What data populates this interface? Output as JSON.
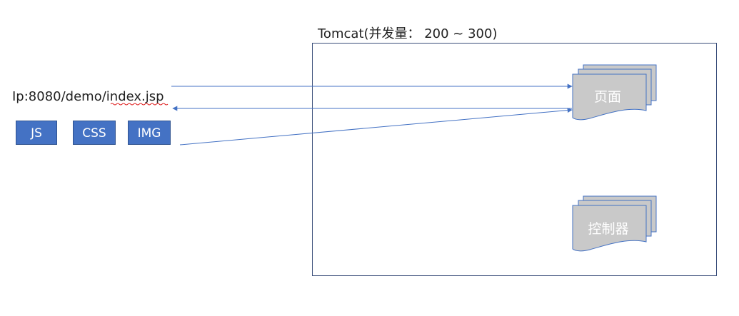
{
  "diagram": {
    "container_title": "Tomcat(并发量： 200 ~ 300)",
    "request_url": "Ip:8080/demo/index.jsp",
    "resources": {
      "js": "JS",
      "css": "CSS",
      "img": "IMG"
    },
    "documents": {
      "page": "页面",
      "controller": "控制器"
    }
  },
  "colors": {
    "container_border": "#3a4e7a",
    "arrow": "#4472c4",
    "resource_fill": "#4472c4",
    "resource_border": "#2f528f",
    "resource_text": "#ffffff",
    "document_fill": "#c9c9c9",
    "document_border": "#4472c4",
    "document_text": "#ffffff",
    "text": "#222222",
    "spellcheck_underline": "#e02020"
  }
}
